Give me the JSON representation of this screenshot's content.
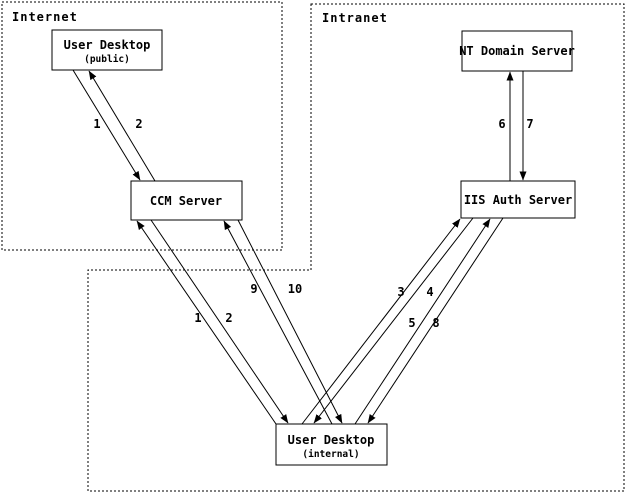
{
  "diagram": {
    "regions": {
      "internet": {
        "label": "Internet"
      },
      "intranet": {
        "label": "Intranet"
      }
    },
    "nodes": {
      "user_desktop_public": {
        "title": "User Desktop",
        "subtitle": "(public)",
        "region": "Internet"
      },
      "ccm_server": {
        "title": "CCM Server",
        "region": "Internet"
      },
      "nt_domain_server": {
        "title": "NT Domain Server",
        "region": "Intranet"
      },
      "iis_auth_server": {
        "title": "IIS Auth Server",
        "region": "Intranet"
      },
      "user_desktop_internal": {
        "title": "User Desktop",
        "subtitle": "(internal)",
        "region": "Intranet"
      }
    },
    "flows": {
      "f1_public": {
        "label": "1",
        "from": "User Desktop (public)",
        "to": "CCM Server"
      },
      "f2_public": {
        "label": "2",
        "from": "CCM Server",
        "to": "User Desktop (public)"
      },
      "f1_internal": {
        "label": "1",
        "from": "User Desktop (internal)",
        "to": "CCM Server"
      },
      "f2_internal": {
        "label": "2",
        "from": "CCM Server",
        "to": "User Desktop (internal)"
      },
      "f3": {
        "label": "3",
        "from": "User Desktop (internal)",
        "to": "IIS Auth Server"
      },
      "f4": {
        "label": "4",
        "from": "IIS Auth Server",
        "to": "User Desktop (internal)"
      },
      "f5": {
        "label": "5",
        "from": "User Desktop (internal)",
        "to": "IIS Auth Server"
      },
      "f6": {
        "label": "6",
        "from": "IIS Auth Server",
        "to": "NT Domain Server"
      },
      "f7": {
        "label": "7",
        "from": "NT Domain Server",
        "to": "IIS Auth Server"
      },
      "f8": {
        "label": "8",
        "from": "IIS Auth Server",
        "to": "User Desktop (internal)"
      },
      "f9": {
        "label": "9",
        "from": "User Desktop (internal)",
        "to": "CCM Server"
      },
      "f10": {
        "label": "10",
        "from": "CCM Server",
        "to": "User Desktop (internal)"
      }
    },
    "colors": {
      "line": "#000000",
      "background": "#ffffff"
    }
  }
}
